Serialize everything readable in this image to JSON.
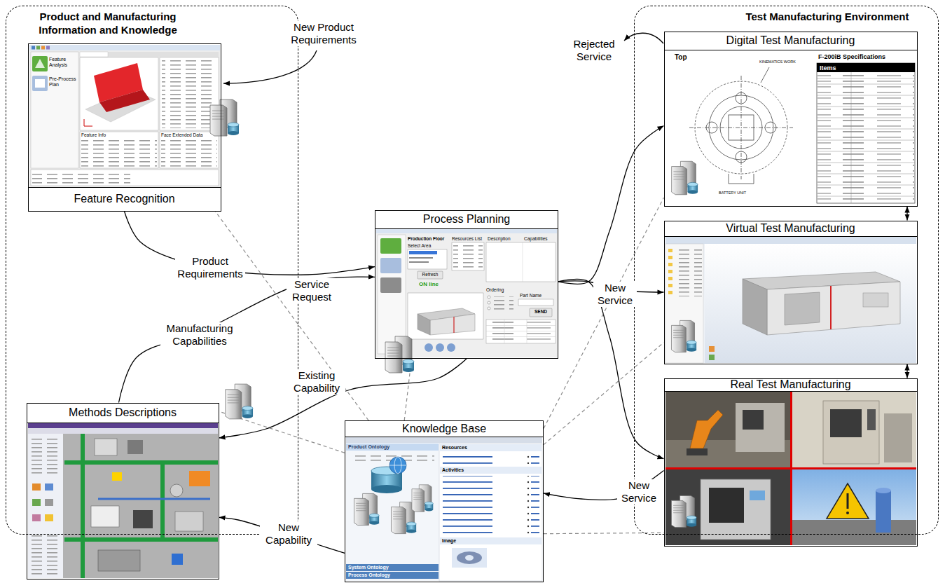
{
  "diagram": {
    "nodes": [
      {
        "text": [
          "Product and Manufacturing Information and Knowledge"
        ]
      },
      {
        "text": [
          "Feature Recognition"
        ],
        "in": 0
      },
      {
        "text": [
          "Methods Descriptions"
        ],
        "in": 0
      },
      {
        "text": [
          "Process Planning"
        ]
      },
      {
        "text": [
          "Knowledge Base"
        ]
      },
      {
        "text": [
          "Test Manufacturing Environment"
        ]
      },
      {
        "text": [
          "Digital Test Manufacturing"
        ],
        "in": 5
      },
      {
        "text": [
          "Virtual Test Manufacturing"
        ],
        "in": 5
      },
      {
        "text": [
          "Real Test Manufacturing"
        ],
        "in": 5
      }
    ],
    "edges": [
      {
        "from": 1,
        "to": 3,
        "arrow": "to",
        "label": "Product Requirements"
      },
      {
        "from": 2,
        "to": 3,
        "arrow": "to",
        "label": "Manufacturing Capabilities"
      },
      {
        "from": 3,
        "to": 2,
        "arrow": "to",
        "label": "Existing Capability"
      },
      {
        "from": 3,
        "to": 6,
        "arrow": "to"
      },
      {
        "from": 3,
        "to": 7,
        "arrow": "to",
        "label": "New Service"
      },
      {
        "from": 3,
        "to": 8,
        "arrow": "to"
      },
      {
        "from": 8,
        "to": 4,
        "arrow": "to",
        "label": "New Service"
      },
      {
        "from": 4,
        "to": 2,
        "arrow": "to",
        "label": "New Capability"
      },
      {
        "from": 6,
        "to": 7,
        "arrow": "both"
      },
      {
        "from": 7,
        "to": 8,
        "arrow": "both"
      },
      {
        "from": 4,
        "to": 1,
        "arrow": "none"
      },
      {
        "from": 4,
        "to": 2,
        "arrow": "none"
      },
      {
        "from": 4,
        "to": 3,
        "arrow": "none"
      },
      {
        "from": 4,
        "to": 6,
        "arrow": "none"
      },
      {
        "from": 4,
        "to": 7,
        "arrow": "none"
      },
      {
        "from": 4,
        "to": 8,
        "arrow": "none"
      }
    ],
    "labels": [
      "New Product Requirements",
      "Rejected Service",
      "Service Request",
      "Feature Analysis",
      "Pre-Process Plan",
      "Feature Info",
      "Face Extended Data",
      "Production Floor",
      "Select Area",
      "Refresh",
      "ON line",
      "Resources List",
      "Description",
      "Capabilities",
      "Ordering",
      "Part Name",
      "SEND",
      "Product Ontology",
      "Resources",
      "Activities",
      "Image",
      "System Ontology",
      "Process Ontology",
      "Top",
      "KINEMATICS WORK",
      "BATTERY UNIT",
      "F-200iB Specifications",
      "Items"
    ]
  }
}
